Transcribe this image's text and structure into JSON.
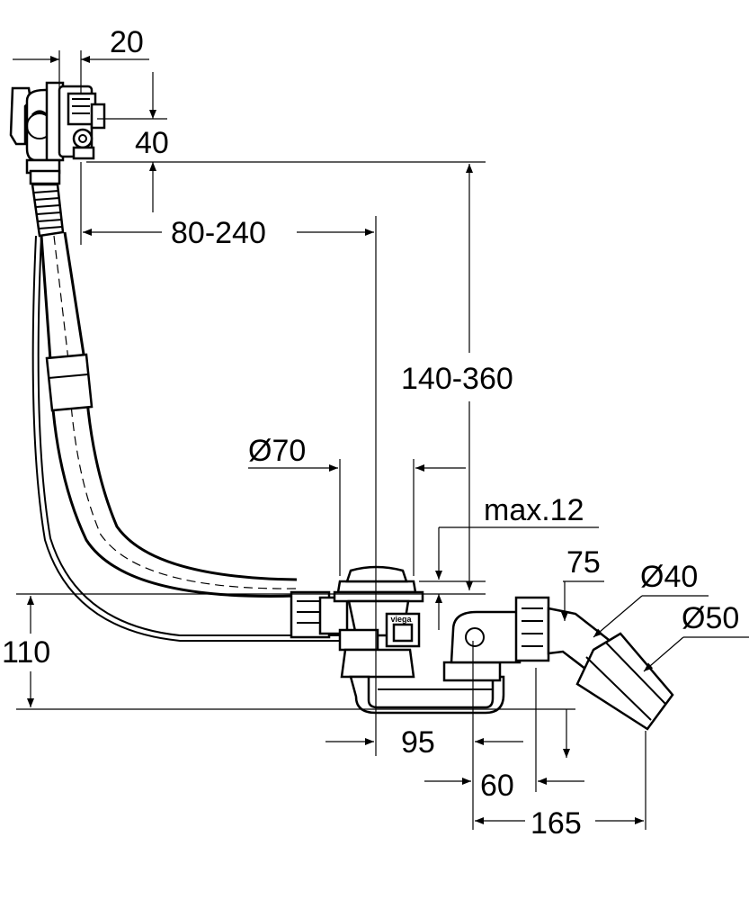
{
  "dimensions": {
    "d_20": "20",
    "d_40": "40",
    "d_80_240": "80-240",
    "d_140_360": "140-360",
    "d_o70": "Ø70",
    "d_max12": "max.12",
    "d_75": "75",
    "d_o40": "Ø40",
    "d_o50": "Ø50",
    "d_110": "110",
    "d_95": "95",
    "d_60": "60",
    "d_165": "165"
  },
  "brand_mark": "viega"
}
